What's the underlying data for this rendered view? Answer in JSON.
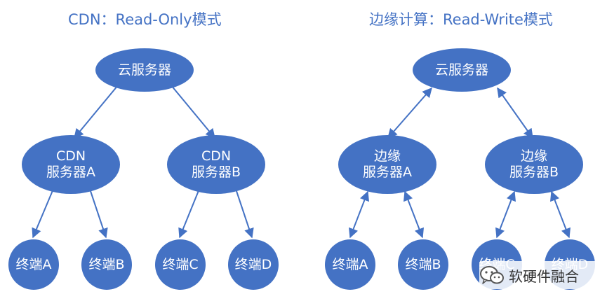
{
  "left_diagram": {
    "title": "CDN：Read-Only模式",
    "cloud": "云服务器",
    "server_a": [
      "CDN",
      "服务器A"
    ],
    "server_b": [
      "CDN",
      "服务器B"
    ],
    "terminals": [
      "终端A",
      "终端B",
      "终端C",
      "终端D"
    ]
  },
  "right_diagram": {
    "title": "边缘计算：Read-Write模式",
    "cloud": "云服务器",
    "server_a": [
      "边缘",
      "服务器A"
    ],
    "server_b": [
      "边缘",
      "服务器B"
    ],
    "terminals": [
      "终端A",
      "终端B",
      "终端C",
      "终端D"
    ]
  },
  "watermark": {
    "text": "软硬件融合",
    "icon": "wechat-icon"
  },
  "colors": {
    "node": "#4472c4",
    "arrow": "#4472c4",
    "title": "#4472c4",
    "node_text": "#ffffff"
  }
}
